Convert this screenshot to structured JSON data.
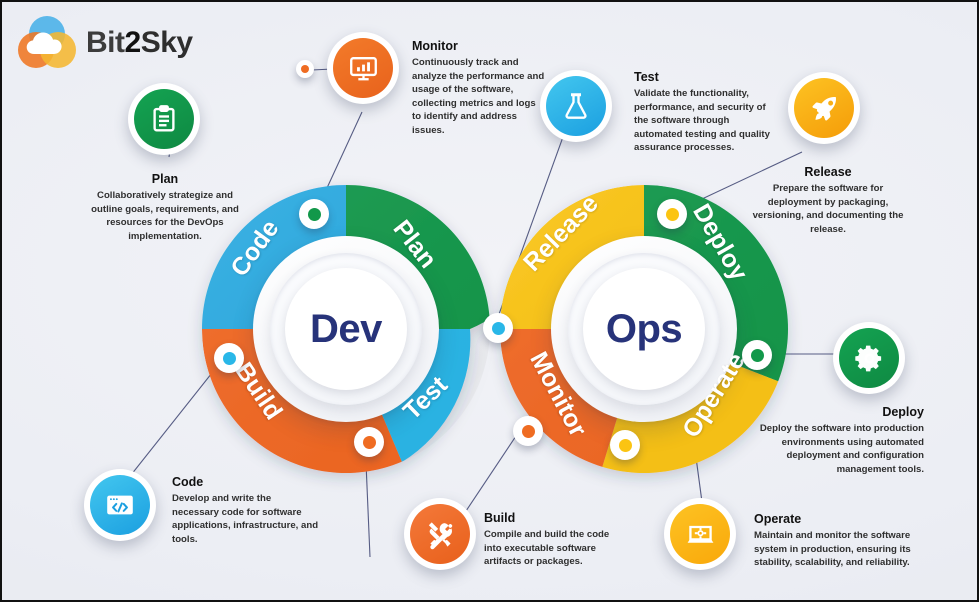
{
  "brand": {
    "name_part1": "Bit",
    "name_part2": "2",
    "name_part3": "Sky",
    "logo_icon": "cloud-logo-icon",
    "colors": {
      "blue": "#4fb3e8",
      "orange": "#ef7622",
      "yellow": "#f5b731"
    }
  },
  "diagram": {
    "type": "devops-infinity-loop",
    "hubs": [
      {
        "id": "dev",
        "label": "Dev"
      },
      {
        "id": "ops",
        "label": "Ops"
      }
    ],
    "ribbon_labels": [
      {
        "id": "code",
        "text": "Code",
        "color": "#2aabe2"
      },
      {
        "id": "plan",
        "text": "Plan",
        "color": "#12984a"
      },
      {
        "id": "build",
        "text": "Build",
        "color": "#f26722"
      },
      {
        "id": "test",
        "text": "Test",
        "color": "#29b7e8"
      },
      {
        "id": "release",
        "text": "Release",
        "color": "#fbc412"
      },
      {
        "id": "deploy",
        "text": "Deploy",
        "color": "#12984a"
      },
      {
        "id": "monitor",
        "text": "Monitor",
        "color": "#f26722"
      },
      {
        "id": "operate",
        "text": "Operate",
        "color": "#fbc412"
      }
    ],
    "stages": [
      {
        "id": "plan",
        "title": "Plan",
        "description": "Collaboratively strategize and outline goals, requirements, and resources for the DevOps implementation.",
        "icon": "clipboard-icon",
        "icon_color": "#12984a",
        "node_color": "#12984a"
      },
      {
        "id": "monitor",
        "title": "Monitor",
        "description": "Continuously track and analyze the performance and usage of the software, collecting metrics and logs to identify and address issues.",
        "icon": "monitor-chart-icon",
        "icon_color": "#ef6c22",
        "node_color": "#ef6c22"
      },
      {
        "id": "test",
        "title": "Test",
        "description": "Validate the functionality, performance, and security of the software through automated testing and quality assurance processes.",
        "icon": "flask-icon",
        "icon_color": "#29b7e8",
        "node_color": "#29b7e8"
      },
      {
        "id": "release",
        "title": "Release",
        "description": "Prepare the software for deployment by packaging, versioning, and documenting the release.",
        "icon": "rocket-icon",
        "icon_color": "#f9b10d",
        "node_color": "#fbc412"
      },
      {
        "id": "deploy",
        "title": "Deploy",
        "description": "Deploy the software into production environments using automated deployment and configuration management tools.",
        "icon": "gear-icon",
        "icon_color": "#12984a",
        "node_color": "#12984a"
      },
      {
        "id": "operate",
        "title": "Operate",
        "description": "Maintain and monitor the software system in production, ensuring its stability, scalability, and reliability.",
        "icon": "laptop-gear-icon",
        "icon_color": "#fbb70a",
        "node_color": "#fbc412"
      },
      {
        "id": "build",
        "title": "Build",
        "description": "Compile and build the code into executable software artifacts or packages.",
        "icon": "tools-icon",
        "icon_color": "#ef6c22",
        "node_color": "#ef6c22"
      },
      {
        "id": "code",
        "title": "Code",
        "description": "Develop and write the necessary code for software applications, infrastructure, and tools.",
        "icon": "code-window-icon",
        "icon_color": "#29b7e8",
        "node_color": "#29b7e8"
      }
    ]
  }
}
